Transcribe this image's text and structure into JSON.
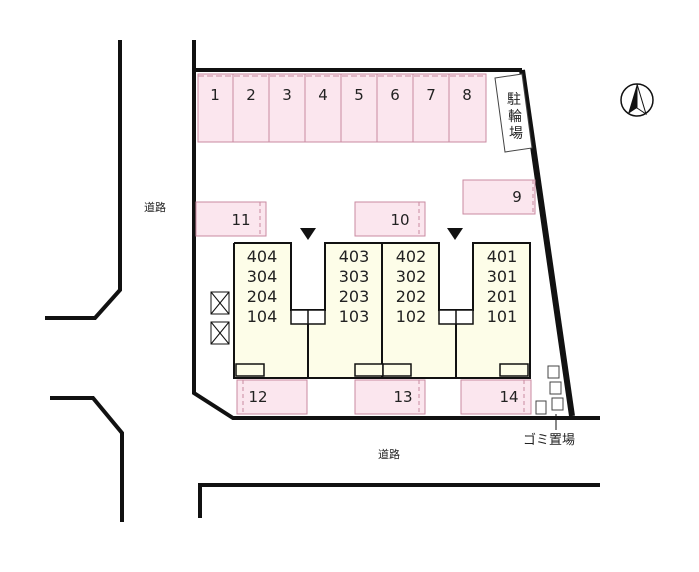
{
  "road_labels": {
    "left": "道路",
    "bottom": "道路"
  },
  "parking_top": [
    "1",
    "2",
    "3",
    "4",
    "5",
    "6",
    "7",
    "8"
  ],
  "parking_other": {
    "p9": "9",
    "p10": "10",
    "p11": "11",
    "p12": "12",
    "p13": "13",
    "p14": "14"
  },
  "bicycle_parking": [
    "駐",
    "輪",
    "場"
  ],
  "garbage_area": "ゴミ置場",
  "buildings": [
    {
      "units": [
        "404",
        "304",
        "204",
        "104"
      ]
    },
    {
      "units": [
        "403",
        "303",
        "203",
        "103"
      ]
    },
    {
      "units": [
        "402",
        "302",
        "202",
        "102"
      ]
    },
    {
      "units": [
        "401",
        "301",
        "201",
        "101"
      ]
    }
  ],
  "compass": "north-arrow",
  "colors": {
    "parking_fill": "#fbe6ee",
    "parking_stroke": "#c98aa0",
    "building_fill": "#fdfde8",
    "wall": "#111111"
  }
}
